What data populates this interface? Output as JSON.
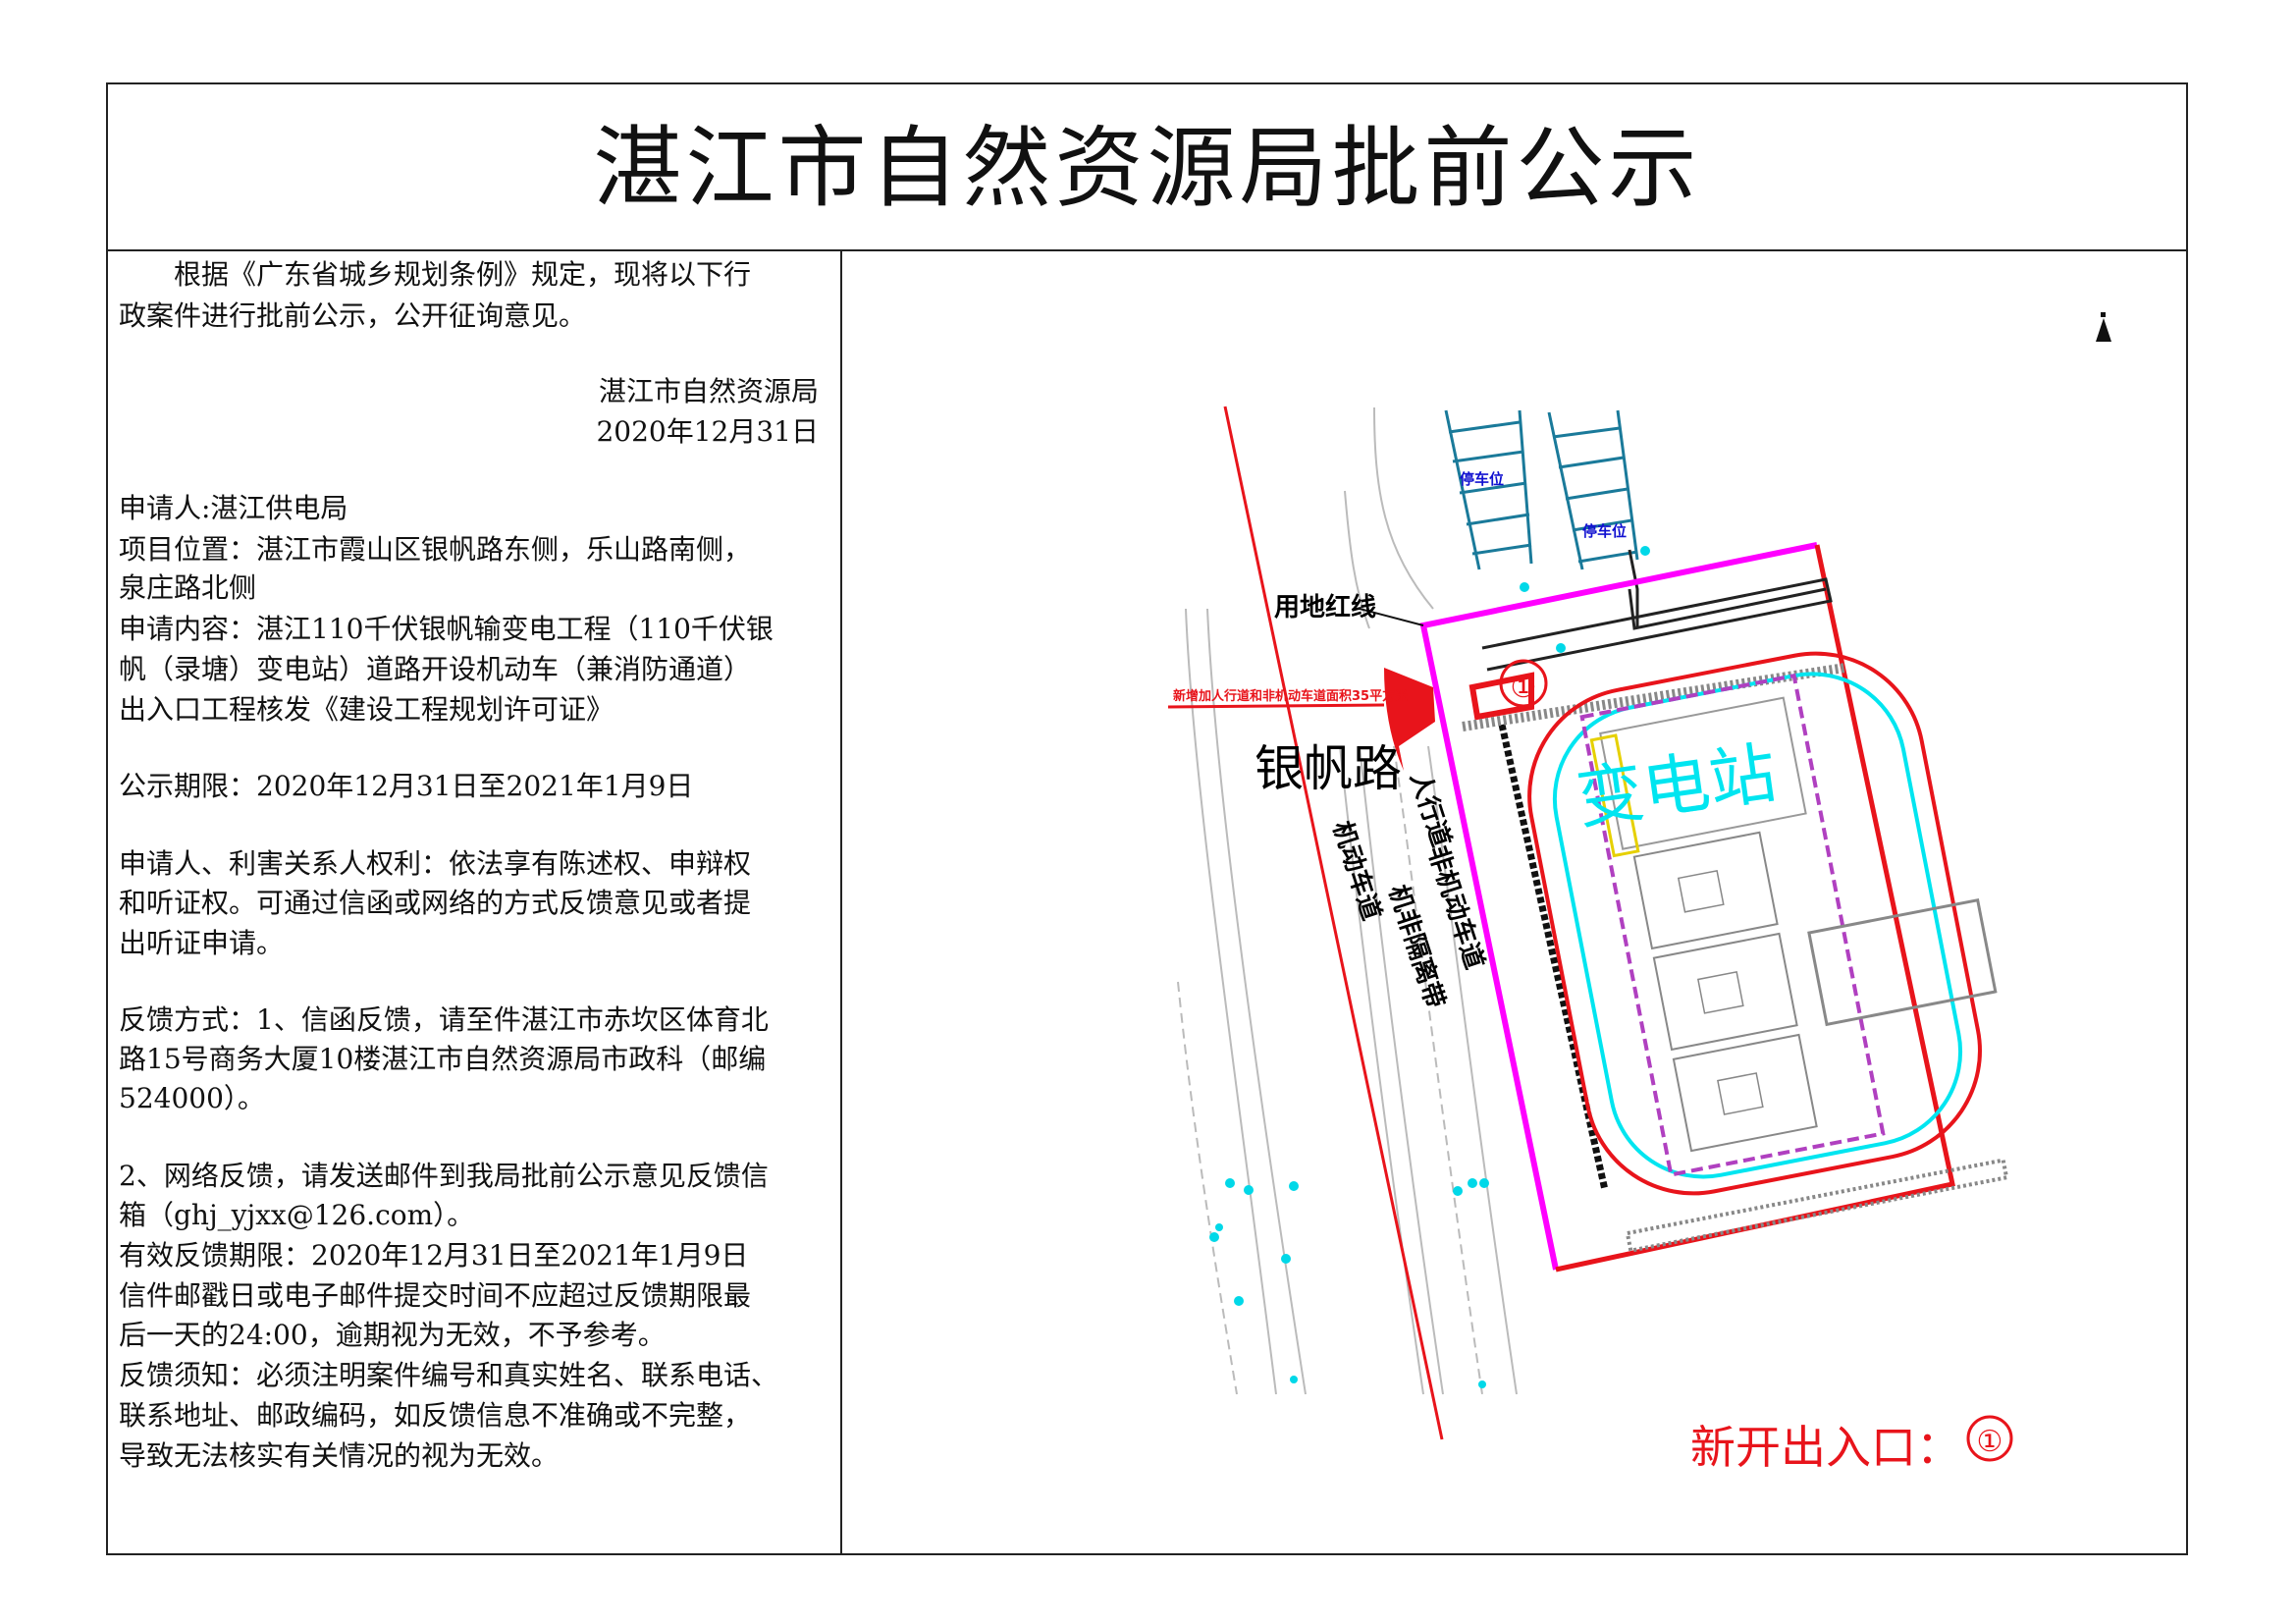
{
  "title": "湛江市自然资源局批前公示",
  "notice": {
    "intro": [
      "　　根据《广东省城乡规划条例》规定，现将以下行",
      "政案件进行批前公示，公开征询意见。"
    ],
    "issuer": "湛江市自然资源局",
    "date": "2020年12月31日",
    "applicant": "申请人:湛江供电局",
    "location": [
      "项目位置：湛江市霞山区银帆路东侧，乐山路南侧，",
      "泉庄路北侧"
    ],
    "content": [
      "申请内容：湛江110千伏银帆输变电工程（110千伏银",
      "帆（录塘）变电站）道路开设机动车（兼消防通道）",
      "出入口工程核发《建设工程规划许可证》"
    ],
    "period": "公示期限：2020年12月31日至2021年1月9日",
    "rights": [
      "申请人、利害关系人权利：依法享有陈述权、申辩权",
      "和听证权。可通过信函或网络的方式反馈意见或者提",
      "出听证申请。"
    ],
    "feedback1": [
      "反馈方式：1、信函反馈，请至件湛江市赤坎区体育北",
      "路15号商务大厦10楼湛江市自然资源局市政科（邮编",
      "524000）。"
    ],
    "feedback2": [
      "2、网络反馈，请发送邮件到我局批前公示意见反馈信",
      "箱（ghj_yjxx@126.com）。",
      "有效反馈期限：2020年12月31日至2021年1月9日",
      "信件邮戳日或电子邮件提交时间不应超过反馈期限最",
      "后一天的24:00，逾期视为无效，不予参考。",
      "反馈须知：必须注明案件编号和真实姓名、联系电话、",
      "联系地址、邮政编码，如反馈信息不准确或不完整，",
      "导致无法核实有关情况的视为无效。"
    ]
  },
  "plan": {
    "road_name": "银帆路",
    "red_line_label": "用地红线",
    "added_area_label": "新增加人行道和非机动车道面积35平方米",
    "lane_labels": [
      "人行道",
      "非机动车道",
      "机非隔离带",
      "机动车道"
    ],
    "parking_label": "停车位",
    "station_label": "变电站",
    "entrance_marker": "①",
    "legend_label": "新开出入口：",
    "legend_marker": "①",
    "north_arrow_icon": "north-arrow-icon",
    "colors": {
      "red_line": "#e8141b",
      "boundary": "#ff00ff",
      "station": "#00e5f0",
      "parking_text": "#1010d0"
    }
  }
}
